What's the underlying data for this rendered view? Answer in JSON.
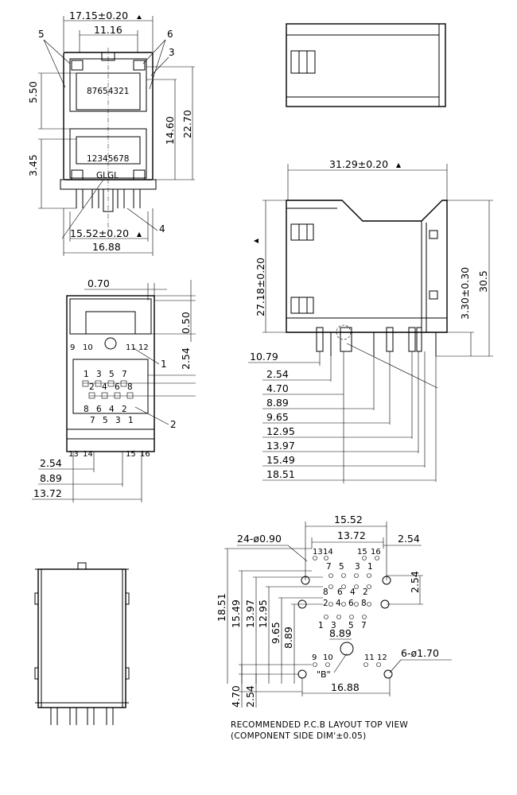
{
  "front_view": {
    "overall_width": "17.15±0.20",
    "port_width": "11.16",
    "height_total": "22.70",
    "height_port": "14.60",
    "upper_offset": "5.50",
    "lower_offset": "3.45",
    "bottom_width": "15.52±0.20",
    "base_width": "16.88",
    "upper_pins": "87654321",
    "lower_pins": "12345678",
    "led_label": "GLGL",
    "callouts": [
      "5",
      "6",
      "3",
      "4"
    ]
  },
  "side_view": {
    "length": "31.29±0.20",
    "height": "27.18±0.20",
    "total_height": "30.5",
    "pin_length": "3.30±0.30",
    "offsets": [
      "10.79",
      "2.54",
      "4.70",
      "8.89",
      "9.65",
      "12.95",
      "13.97",
      "15.49",
      "18.51"
    ]
  },
  "bottom_view": {
    "pitch_small": "0.70",
    "pitch_vertical": "0.50",
    "row_spacing": "2.54",
    "pins_top_row": [
      "9",
      "10",
      "11",
      "12"
    ],
    "pins_row_a": [
      "1",
      "3",
      "5",
      "7"
    ],
    "pins_row_b": [
      "2",
      "4",
      "6",
      "8"
    ],
    "pins_row_c": [
      "8",
      "6",
      "4",
      "2"
    ],
    "pins_row_d": [
      "7",
      "5",
      "3",
      "1"
    ],
    "pins_bottom_row": [
      "13",
      "14",
      "15",
      "16"
    ],
    "dims": [
      "2.54",
      "8.89",
      "13.72"
    ],
    "callouts": [
      "1",
      "2"
    ]
  },
  "pcb_layout": {
    "hole_spec": "24-ø0.90",
    "mount_spec": "6-ø1.70",
    "width_outer": "15.52",
    "width_inner": "13.72",
    "pitch": "2.54",
    "pitch_right": "2.54",
    "vertical_dims": [
      "18.51",
      "15.49",
      "13.97",
      "12.95",
      "9.65",
      "8.89"
    ],
    "bottom_dims": [
      "4.70",
      "2.54"
    ],
    "base_width": "16.88",
    "inner_spacing": "8.89",
    "pins_top": [
      "13",
      "14",
      "15",
      "16"
    ],
    "pins_row1": [
      "7",
      "5",
      "3",
      "1"
    ],
    "pins_row2": [
      "8",
      "6",
      "4",
      "2"
    ],
    "pins_row3": [
      "2",
      "4",
      "6",
      "8"
    ],
    "pins_row4": [
      "1",
      "3",
      "5",
      "7"
    ],
    "pins_bottom": [
      "9",
      "10",
      "11",
      "12"
    ],
    "detail_label": "\"B\"",
    "caption_line1": "RECOMMENDED P.C.B LAYOUT TOP VIEW",
    "caption_line2": "(COMPONENT SIDE DIM'±0.05)"
  }
}
